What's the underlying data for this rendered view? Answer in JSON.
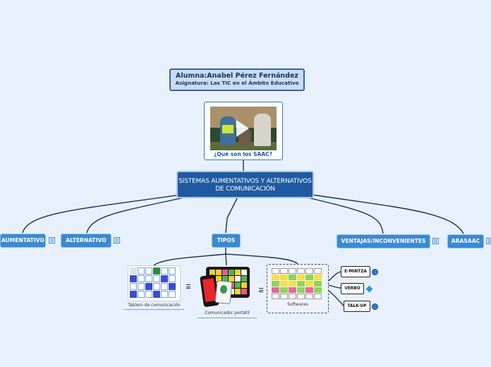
{
  "header": {
    "student": "Alumna:Anabel Pérez Fernández",
    "subject": "Asignatura: Las TIC en el Ámbito Educativo"
  },
  "video": {
    "caption": "¿Qué son los SAAC?"
  },
  "root": {
    "label": "SISTEMAS AUMENTATIVOS Y ALTERNATIVOS DE COMUNICACIÓN"
  },
  "topics": {
    "aumentativo": "AUMENTATIVO",
    "alternativo": "ALTERNATIVO",
    "tipos": "TIPOS",
    "ventajas": "VENTAJAS/INCONVENIENTES",
    "arasaac": "ARASAAC"
  },
  "tipos": {
    "tablero": "Tablero de comunicación",
    "comunicador": "Comunicador portátil",
    "softwares": "Softwares"
  },
  "software_links": {
    "e_mintza": "E-MINTZA",
    "verbo": "VERBO",
    "talk_up": "TALK-UP"
  },
  "colors": {
    "background": "#e8f1fb",
    "root": "#1f5aa0",
    "topic": "#3b8ad0",
    "line": "#1a2f55"
  },
  "icons": [
    "note-icon",
    "menu-icon",
    "globe-icon",
    "diamond-icon",
    "play-icon"
  ]
}
